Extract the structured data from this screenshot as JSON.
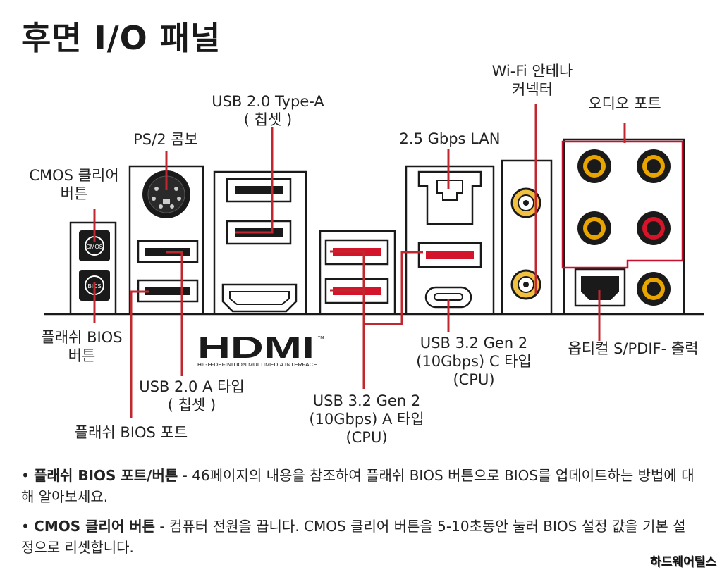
{
  "title": "후면 I/O 패널",
  "labels": {
    "cmos_clear": [
      "CMOS 클리어",
      "버튼"
    ],
    "ps2": "PS/2 콤보",
    "usb20_typea": [
      "USB 2.0 Type-A",
      "( 칩셋 )"
    ],
    "wifi": [
      "Wi-Fi 안테나",
      "커넥터"
    ],
    "audio": "오디오 포트",
    "lan": "2.5 Gbps LAN",
    "flash_bios_button": [
      "플래쉬 BIOS",
      "버튼"
    ],
    "usb20_a": [
      "USB 2.0 A 타입",
      "( 칩셋 )"
    ],
    "flash_bios_port": "플래쉬 BIOS 포트",
    "usb32_a": [
      "USB 3.2 Gen 2",
      "(10Gbps) A 타입",
      "(CPU)"
    ],
    "usb32_c": [
      "USB 3.2 Gen 2",
      "(10Gbps) C 타입",
      "(CPU)"
    ],
    "optical": "옵티컬 S/PDIF- 출력"
  },
  "icon_text": {
    "cmos": "CMOS",
    "bios": "BIOS"
  },
  "hdmi": {
    "logo": "HDMI",
    "tm": "™",
    "tagline": "HIGH-DEFINITION MULTIMEDIA INTERFACE"
  },
  "notes": [
    {
      "bullet": "•",
      "bold": "플래쉬 BIOS 포트/버튼",
      "text": " - 46페이지의 내용을 참조하여 플래쉬 BIOS 버튼으로 BIOS를 업데이트하는 방법에 대해 알아보세요."
    },
    {
      "bullet": "•",
      "bold": "CMOS 클리어 버튼",
      "text": " - 컴퓨터 전원을 끕니다. CMOS 클리어 버튼을 5-10초동안 눌러 BIOS 설정 값을 기본 설정으로 리셋합니다."
    }
  ],
  "watermark": "하드웨어틸스",
  "colors": {
    "accent": "#c8102e",
    "line": "#c0282f",
    "stroke": "#1a1a1a",
    "audio_ring": "#e8a400",
    "red_ring": "#d4142a"
  }
}
